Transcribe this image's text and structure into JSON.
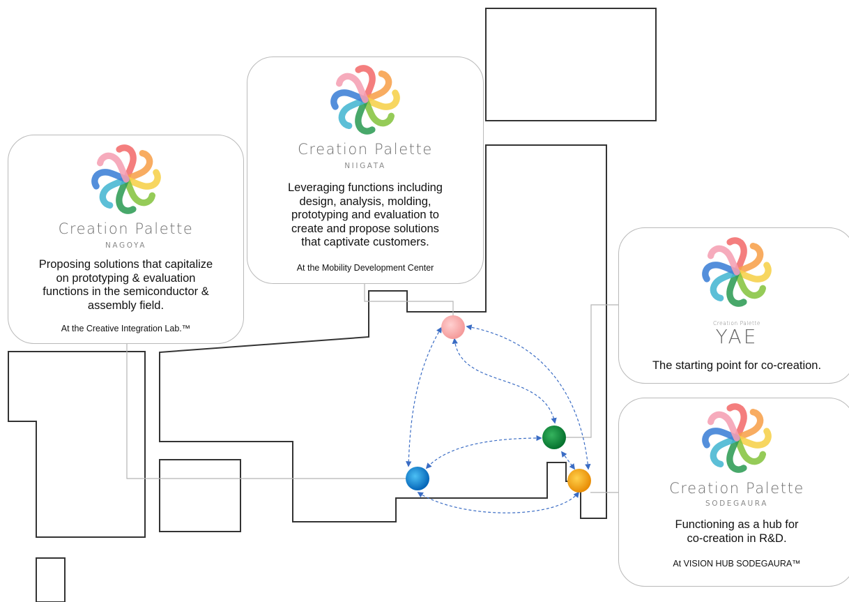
{
  "logo_colors": [
    "#f26c6c",
    "#f7a14b",
    "#f6d04a",
    "#86c441",
    "#2f9c55",
    "#45b6d2",
    "#3c7fd6",
    "#f59fb3"
  ],
  "site_colors": {
    "niigata": "#f7a7a7",
    "nagoya": "#0a7fd0",
    "yae": "#0d8a3a",
    "sodegaura": "#f1a20f"
  },
  "line_color": "#3a6cc4",
  "locations": {
    "nagoya": {
      "brand": "Creation Palette",
      "sub": "NAGOYA",
      "desc": [
        "Proposing solutions that capitalize",
        "on prototyping & evaluation",
        "functions in the semiconductor &",
        "assembly field."
      ],
      "location": "At the Creative Integration Lab.™"
    },
    "niigata": {
      "brand": "Creation Palette",
      "sub": "NIIGATA",
      "desc": [
        "Leveraging functions including",
        "design, analysis, molding,",
        "prototyping and evaluation to",
        "create and propose solutions",
        "that captivate customers."
      ],
      "location": "At the Mobility Development Center"
    },
    "yae": {
      "brand_small": "Creation Palette",
      "brand_big": "YAE",
      "desc": "The starting point for co-creation."
    },
    "sodegaura": {
      "brand": "Creation Palette",
      "sub": "SODEGAURA",
      "desc": [
        "Functioning as a hub for",
        "co-creation in R&D."
      ],
      "location": "At VISION HUB SODEGAURA™"
    }
  }
}
